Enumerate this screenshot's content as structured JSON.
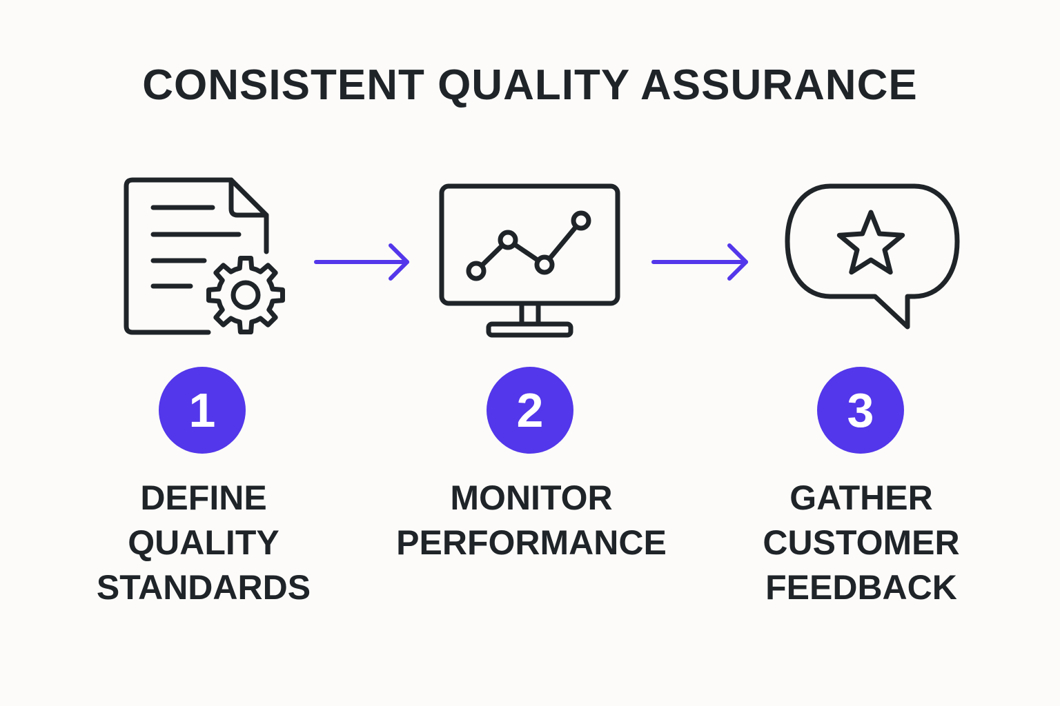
{
  "title": "CONSISTENT QUALITY ASSURANCE",
  "colors": {
    "accent": "#5337ea",
    "ink": "#1f2429",
    "background": "#fcfbf9"
  },
  "steps": [
    {
      "number": "1",
      "icon": "document-gear-icon",
      "label_lines": [
        "DEFINE",
        "QUALITY",
        "STANDARDS"
      ]
    },
    {
      "number": "2",
      "icon": "monitor-line-chart-icon",
      "label_lines": [
        "MONITOR",
        "PERFORMANCE"
      ]
    },
    {
      "number": "3",
      "icon": "speech-bubble-star-icon",
      "label_lines": [
        "GATHER",
        "CUSTOMER",
        "FEEDBACK"
      ]
    }
  ]
}
